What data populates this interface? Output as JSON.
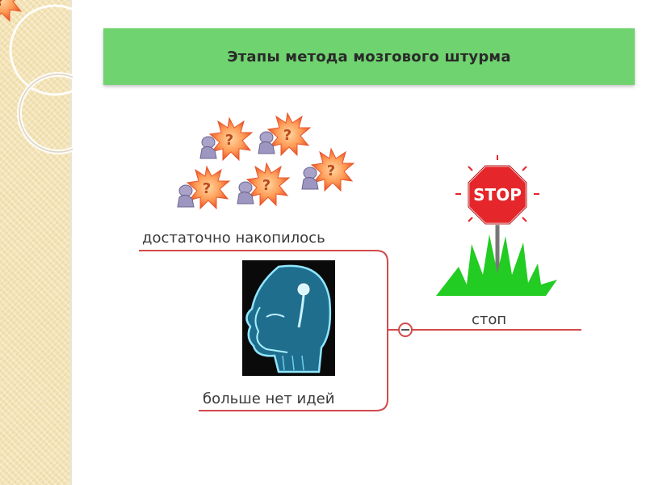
{
  "title": "Этапы метода мозгового штурма",
  "nodes": {
    "enough": "достаточно накопилось",
    "no_ideas": "больше нет идей",
    "stop": "стоп"
  },
  "icons": {
    "confused_group": "confused-people-question-marks",
    "xray_head": "xray-head-icon",
    "stop_sign": "stop-sign-icon",
    "collapse": "minus-circle-icon"
  },
  "stop_sign_text": "STOP",
  "colors": {
    "banner": "#6fd36f",
    "connector": "#d24a4a",
    "stop_sign": "#e5262a",
    "grass": "#22cc22"
  }
}
